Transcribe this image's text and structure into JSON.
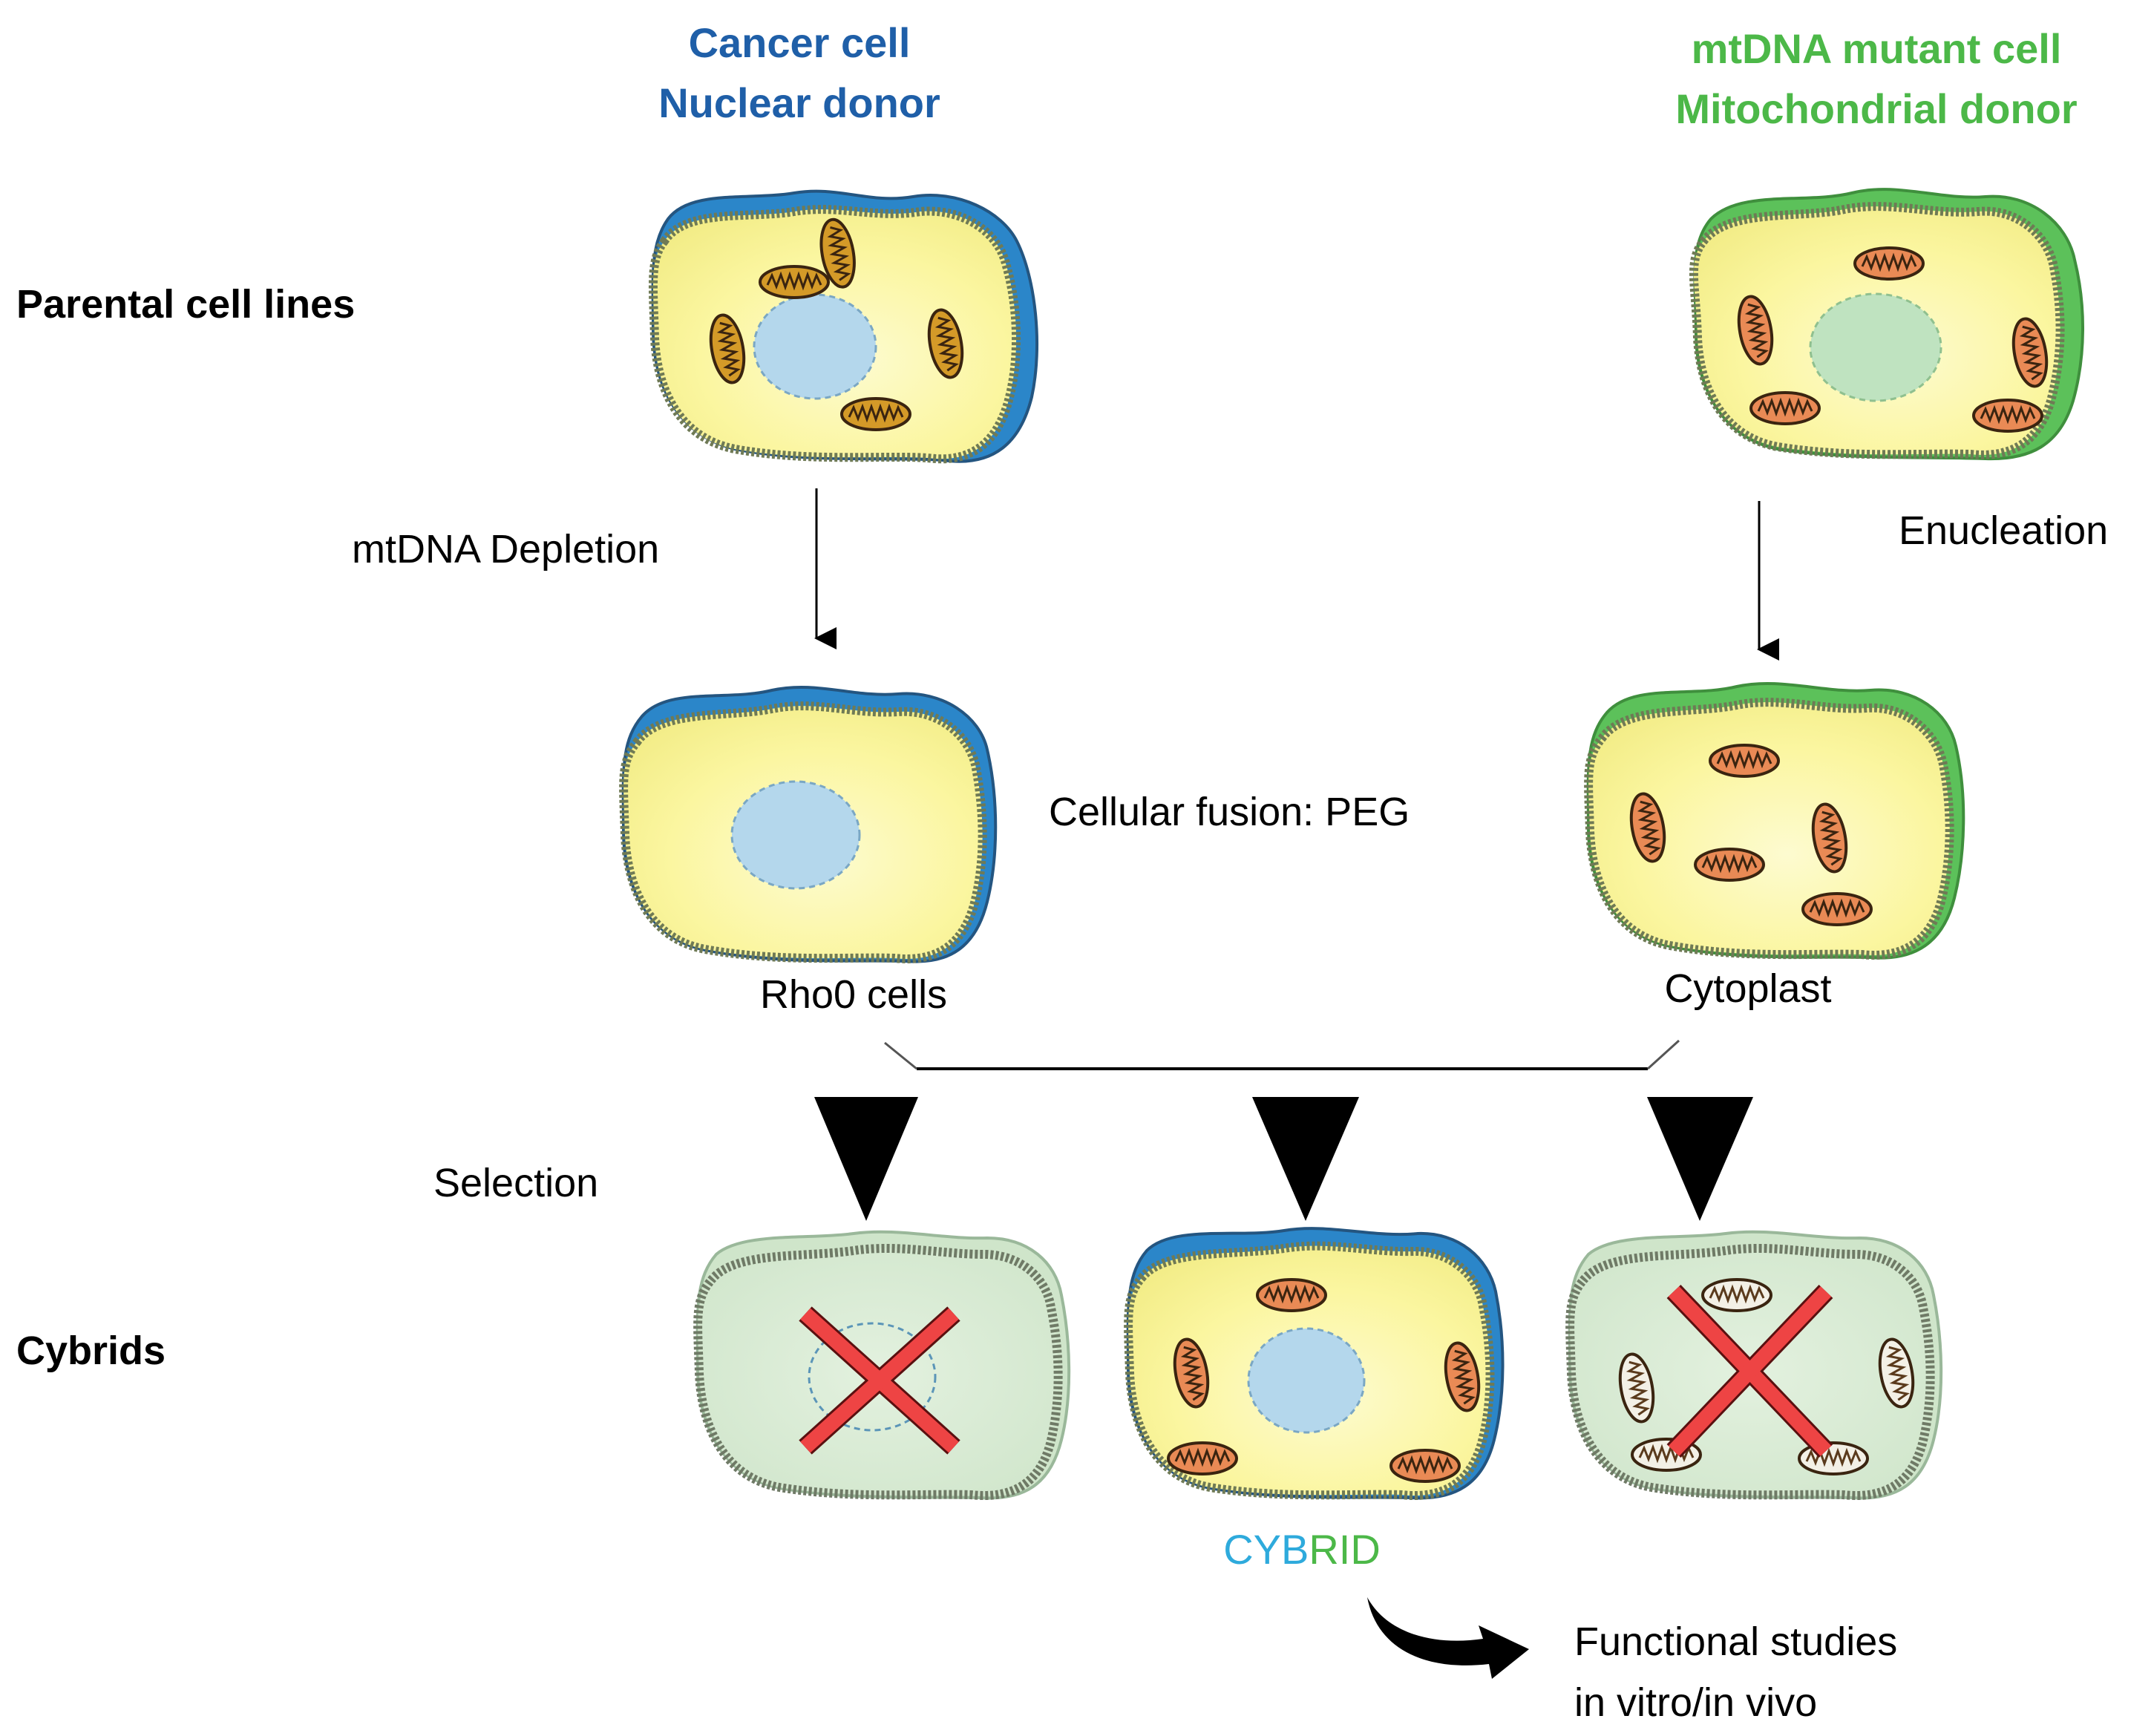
{
  "header": {
    "left_title_line1": "Cancer cell",
    "left_title_line2": "Nuclear donor",
    "right_title_line1": "mtDNA mutant cell",
    "right_title_line2": "Mitochondrial  donor"
  },
  "rows": {
    "parental": "Parental cell lines",
    "selection": "Selection",
    "cybrids": "Cybrids"
  },
  "steps": {
    "depletion": "mtDNA Depletion",
    "enucleation": "Enucleation",
    "fusion": "Cellular fusion: PEG"
  },
  "cell_labels": {
    "rho0": "Rho0 cells",
    "cytoplast": "Cytoplast"
  },
  "cybrid": {
    "part1": "CYB",
    "part2": "RID"
  },
  "outcome": {
    "line1": "Functional studies",
    "line2": "in vitro/in vivo"
  },
  "colors": {
    "nuclear_blue": "#1f5fa8",
    "mito_green": "#4cb848",
    "cybrid_blue": "#2eaadc",
    "cybrid_green": "#4cb848",
    "cell_yellow": "#fbf7a6",
    "nucleus_blue": "#b4d7ec",
    "nucleus_green": "#bfe3c0",
    "dead_cell": "#d5ead2",
    "cross_red": "#ee4444",
    "mito_orange": "#e98a55",
    "mito_brown": "#d49a28"
  }
}
